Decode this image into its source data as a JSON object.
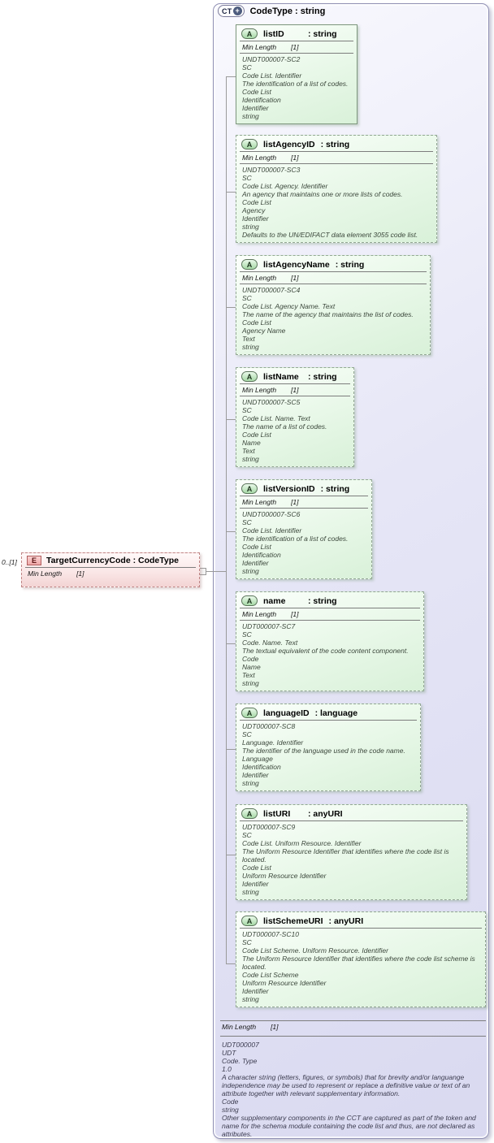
{
  "complex_type": {
    "badge": "CT",
    "expand_glyph": "+",
    "title": "CodeType : string",
    "attributes": [
      {
        "badge": "A",
        "name": "listID",
        "type": ": string",
        "required": true,
        "facet_name": "Min Length",
        "facet_value": "[1]",
        "annotations": [
          "UNDT000007-SC2",
          "SC",
          "Code List. Identifier",
          "The identification of a list of codes.",
          "Code List",
          "Identification",
          "Identifier",
          "string"
        ]
      },
      {
        "badge": "A",
        "name": "listAgencyID",
        "type": ": string",
        "required": false,
        "facet_name": "Min Length",
        "facet_value": "[1]",
        "annotations": [
          "UNDT000007-SC3",
          "SC",
          "Code List. Agency. Identifier",
          "An agency that maintains one or more lists of codes.",
          "Code List",
          "Agency",
          "Identifier",
          "string",
          "Defaults to the UN/EDIFACT data element 3055 code list."
        ]
      },
      {
        "badge": "A",
        "name": "listAgencyName",
        "type": ": string",
        "required": false,
        "facet_name": "Min Length",
        "facet_value": "[1]",
        "annotations": [
          "UNDT000007-SC4",
          "SC",
          "Code List. Agency Name. Text",
          "The name of the agency that maintains the list of codes.",
          "Code List",
          "Agency Name",
          "Text",
          "string"
        ]
      },
      {
        "badge": "A",
        "name": "listName",
        "type": ": string",
        "required": false,
        "facet_name": "Min Length",
        "facet_value": "[1]",
        "annotations": [
          "UNDT000007-SC5",
          "SC",
          "Code List. Name. Text",
          "The name of a list of codes.",
          "Code List",
          "Name",
          "Text",
          "string"
        ]
      },
      {
        "badge": "A",
        "name": "listVersionID",
        "type": ": string",
        "required": false,
        "facet_name": "Min Length",
        "facet_value": "[1]",
        "annotations": [
          "UNDT000007-SC6",
          "SC",
          "Code List. Identifier",
          "The identification of a list of codes.",
          "Code List",
          "Identification",
          "Identifier",
          "string"
        ]
      },
      {
        "badge": "A",
        "name": "name",
        "type": ": string",
        "required": false,
        "facet_name": "Min Length",
        "facet_value": "[1]",
        "annotations": [
          "UDT000007-SC7",
          "SC",
          "Code. Name. Text",
          "The textual equivalent of the code content component.",
          "Code",
          "Name",
          "Text",
          "string"
        ]
      },
      {
        "badge": "A",
        "name": "languageID",
        "type": ": language",
        "required": false,
        "facet_name": null,
        "facet_value": null,
        "annotations": [
          "UDT000007-SC8",
          "SC",
          "Language. Identifier",
          "The identifier of the language used in the code name.",
          "Language",
          "Identification",
          "Identifier",
          "string"
        ]
      },
      {
        "badge": "A",
        "name": "listURI",
        "type": ": anyURI",
        "required": false,
        "facet_name": null,
        "facet_value": null,
        "annotations": [
          "UDT000007-SC9",
          "SC",
          "Code List. Uniform Resource. Identifier",
          "The Uniform Resource Identifier that identifies where the code list is located.",
          "Code List",
          "Uniform Resource Identifier",
          "Identifier",
          "string"
        ]
      },
      {
        "badge": "A",
        "name": "listSchemeURI",
        "type": ": anyURI",
        "required": false,
        "facet_name": null,
        "facet_value": null,
        "annotations": [
          "UDT000007-SC10",
          "SC",
          "Code List Scheme. Uniform Resource. Identifier",
          "The Uniform Resource Identifier that identifies where the code list scheme is located.",
          "Code List Scheme",
          "Uniform Resource Identifier",
          "Identifier",
          "string"
        ]
      }
    ],
    "footer": {
      "facet_name": "Min Length",
      "facet_value": "[1]",
      "annotations": [
        "UDT000007",
        "UDT",
        "Code. Type",
        "1.0",
        "A character string (letters, figures, or symbols) that for brevity and/or languange independence may be used to represent or replace a definitive value or text of an attribute together with relevant supplementary information.",
        "Code",
        "string",
        "Other supplementary components in the CCT are captured as part of the token and name for the schema module containing the code list and thus, are not declared as attributes."
      ]
    }
  },
  "element": {
    "badge": "E",
    "cardinality": "0..[1]",
    "title": "TargetCurrencyCode : CodeType",
    "facet_name": "Min Length",
    "facet_value": "[1]"
  }
}
